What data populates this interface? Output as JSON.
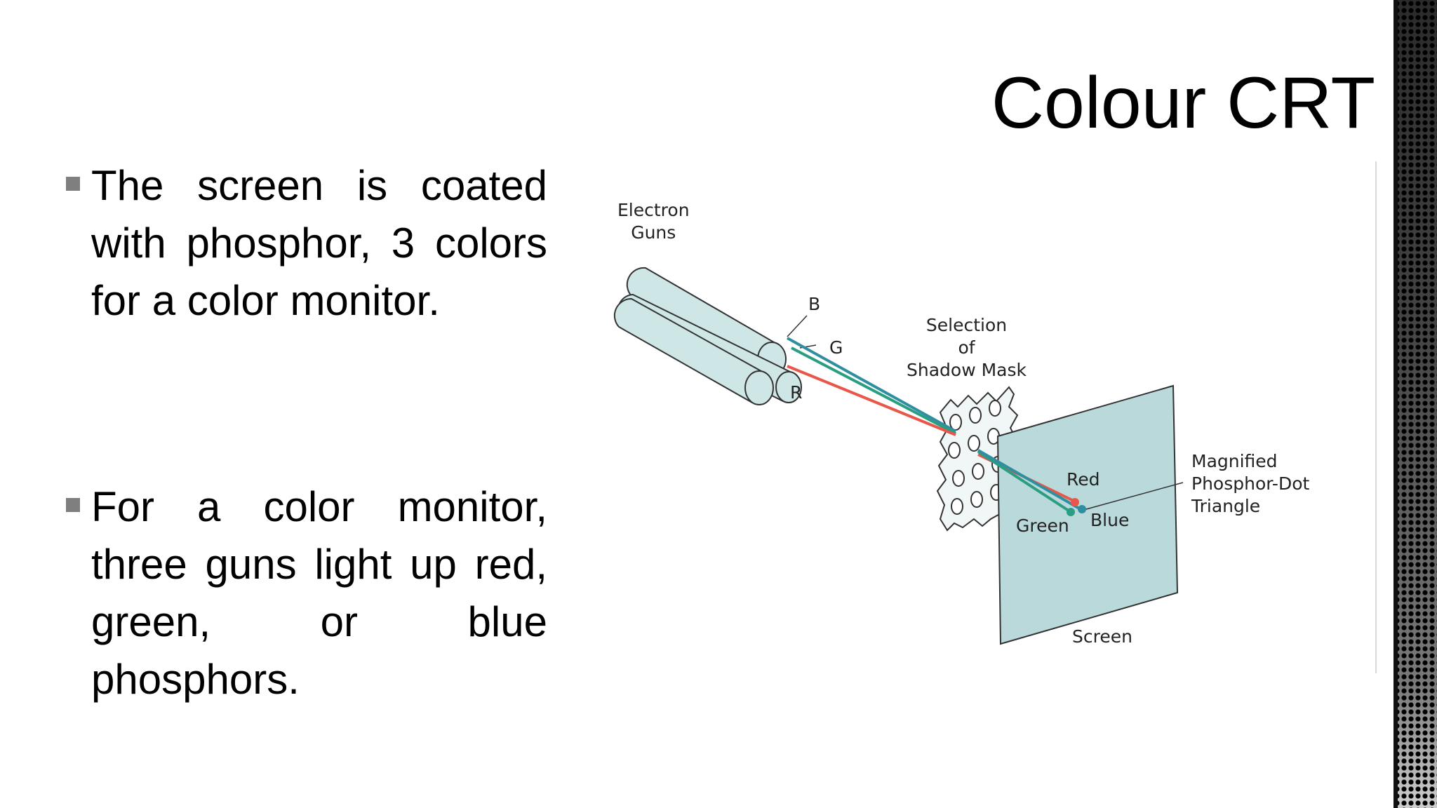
{
  "slide": {
    "title": "Colour CRT",
    "bullets": [
      {
        "text": "The screen is coated with phosphor, 3 colors for a color monitor."
      },
      {
        "text": "For a color monitor, three guns light up red, green, or blue phosphors."
      }
    ]
  },
  "diagram": {
    "labels": {
      "electron_guns_line1": "Electron",
      "electron_guns_line2": "Guns",
      "gun_b": "B",
      "gun_g": "G",
      "gun_r": "R",
      "mask_line1": "Selection",
      "mask_line2": "of",
      "mask_line3": "Shadow Mask",
      "red": "Red",
      "green": "Green",
      "blue": "Blue",
      "magnified_line1": "Magnified",
      "magnified_line2": "Phosphor-Dot",
      "magnified_line3": "Triangle",
      "screen": "Screen"
    },
    "colors": {
      "gun_fill": "#cfe6e6",
      "screen_fill": "#b9d9da",
      "beam_red": "#e8574a",
      "beam_blue": "#2f8fa0",
      "beam_green": "#2a9d83"
    }
  }
}
